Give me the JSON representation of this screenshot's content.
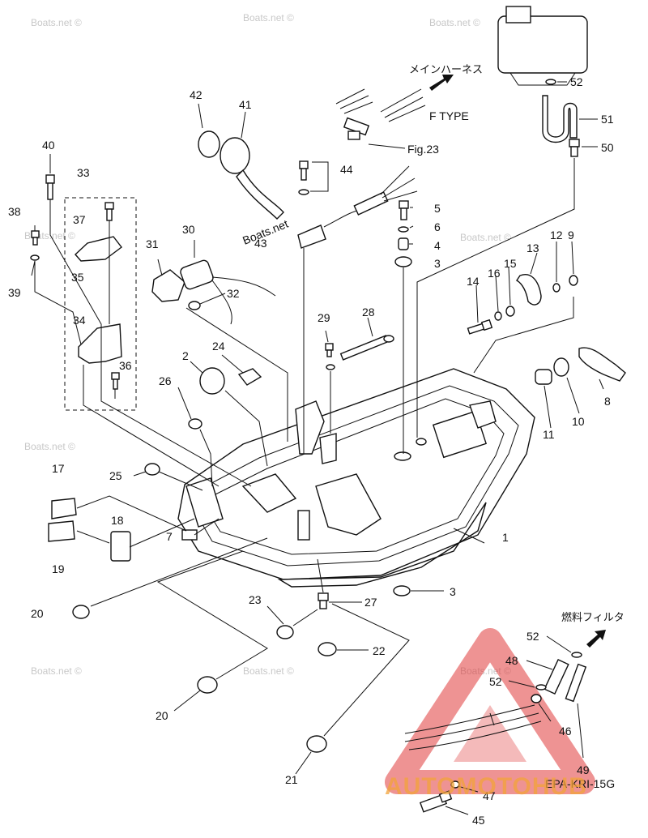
{
  "callouts": [
    {
      "id": "1",
      "label": "1"
    },
    {
      "id": "2",
      "label": "2"
    },
    {
      "id": "3a",
      "label": "3"
    },
    {
      "id": "3b",
      "label": "3"
    },
    {
      "id": "4",
      "label": "4"
    },
    {
      "id": "5",
      "label": "5"
    },
    {
      "id": "6",
      "label": "6"
    },
    {
      "id": "7",
      "label": "7"
    },
    {
      "id": "8",
      "label": "8"
    },
    {
      "id": "9",
      "label": "9"
    },
    {
      "id": "10",
      "label": "10"
    },
    {
      "id": "11",
      "label": "11"
    },
    {
      "id": "12",
      "label": "12"
    },
    {
      "id": "13",
      "label": "13"
    },
    {
      "id": "14",
      "label": "14"
    },
    {
      "id": "15",
      "label": "15"
    },
    {
      "id": "16",
      "label": "16"
    },
    {
      "id": "17",
      "label": "17"
    },
    {
      "id": "18",
      "label": "18"
    },
    {
      "id": "19",
      "label": "19"
    },
    {
      "id": "20a",
      "label": "20"
    },
    {
      "id": "20b",
      "label": "20"
    },
    {
      "id": "21",
      "label": "21"
    },
    {
      "id": "22",
      "label": "22"
    },
    {
      "id": "23",
      "label": "23"
    },
    {
      "id": "24",
      "label": "24"
    },
    {
      "id": "25",
      "label": "25"
    },
    {
      "id": "26",
      "label": "26"
    },
    {
      "id": "27",
      "label": "27"
    },
    {
      "id": "28",
      "label": "28"
    },
    {
      "id": "29",
      "label": "29"
    },
    {
      "id": "30",
      "label": "30"
    },
    {
      "id": "31",
      "label": "31"
    },
    {
      "id": "32",
      "label": "32"
    },
    {
      "id": "33",
      "label": "33"
    },
    {
      "id": "34",
      "label": "34"
    },
    {
      "id": "35",
      "label": "35"
    },
    {
      "id": "36",
      "label": "36"
    },
    {
      "id": "37",
      "label": "37"
    },
    {
      "id": "38",
      "label": "38"
    },
    {
      "id": "39",
      "label": "39"
    },
    {
      "id": "40",
      "label": "40"
    },
    {
      "id": "41",
      "label": "41"
    },
    {
      "id": "42",
      "label": "42"
    },
    {
      "id": "43",
      "label": "43"
    },
    {
      "id": "44",
      "label": "44"
    },
    {
      "id": "45",
      "label": "45"
    },
    {
      "id": "46",
      "label": "46"
    },
    {
      "id": "47",
      "label": "47"
    },
    {
      "id": "48",
      "label": "48"
    },
    {
      "id": "49",
      "label": "49"
    },
    {
      "id": "50",
      "label": "50"
    },
    {
      "id": "51",
      "label": "51"
    },
    {
      "id": "52a",
      "label": "52"
    },
    {
      "id": "52b",
      "label": "52"
    },
    {
      "id": "52c",
      "label": "52"
    }
  ],
  "annotations": {
    "main_harness": "メインハーネス",
    "f_type": "F TYPE",
    "fig_ref": "Fig.23",
    "fuel_filter": "燃料フィルタ",
    "diagram_code": "EPA-KRI-15G"
  },
  "watermarks": {
    "site": "Boats.net ©",
    "site_inline": "Boats.net",
    "logo_text": "AUTOMOTOHUB"
  },
  "colors": {
    "logo_red": "#e03a3a",
    "logo_orange": "#f2a33a",
    "watermark_gray": "#c8c8c8"
  }
}
